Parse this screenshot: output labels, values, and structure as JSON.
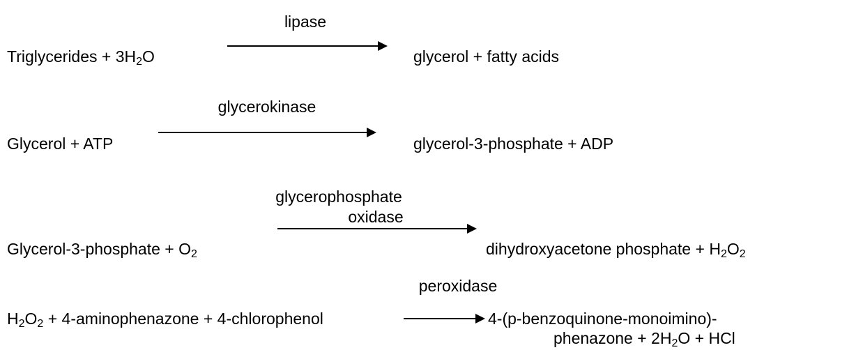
{
  "reactions": [
    {
      "enzyme": "lipase",
      "reactants": {
        "a": "Triglycerides + 3H",
        "sub1": "2",
        "b": "O"
      },
      "products": {
        "a": "glycerol + fatty acids"
      }
    },
    {
      "enzyme": "glycerokinase",
      "reactants": {
        "a": "Glycerol + ATP"
      },
      "products": {
        "a": "glycerol-3-phosphate + ADP"
      }
    },
    {
      "enzyme_line1": "glycerophosphate",
      "enzyme_line2": "oxidase",
      "reactants": {
        "a": "Glycerol-3-phosphate + O",
        "sub1": "2"
      },
      "products": {
        "a": "dihydroxyacetone phosphate + H",
        "sub1": "2",
        "b": "O",
        "sub2": "2"
      }
    },
    {
      "enzyme": "peroxidase",
      "reactants": {
        "a": "H",
        "sub1": "2",
        "b": "O",
        "sub2": "2",
        "c": " + 4-aminophenazone + 4-chlorophenol"
      },
      "products": {
        "line1": "4-(p-benzoquinone-monoimino)-",
        "line2": {
          "a": "phenazone + 2H",
          "sub1": "2",
          "b": "O + HCl"
        }
      }
    }
  ]
}
